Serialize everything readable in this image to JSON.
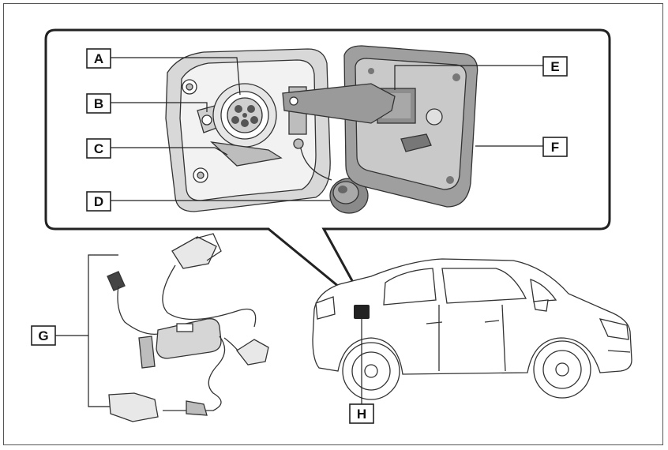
{
  "labels": {
    "A": "A",
    "B": "B",
    "C": "C",
    "D": "D",
    "E": "E",
    "F": "F",
    "G": "G",
    "H": "H"
  },
  "colors": {
    "outline": "#222222",
    "panel_gray": "#c8c8c8",
    "lid_gray": "#9a9a9a",
    "vehicle_fill": "#ffffff"
  }
}
